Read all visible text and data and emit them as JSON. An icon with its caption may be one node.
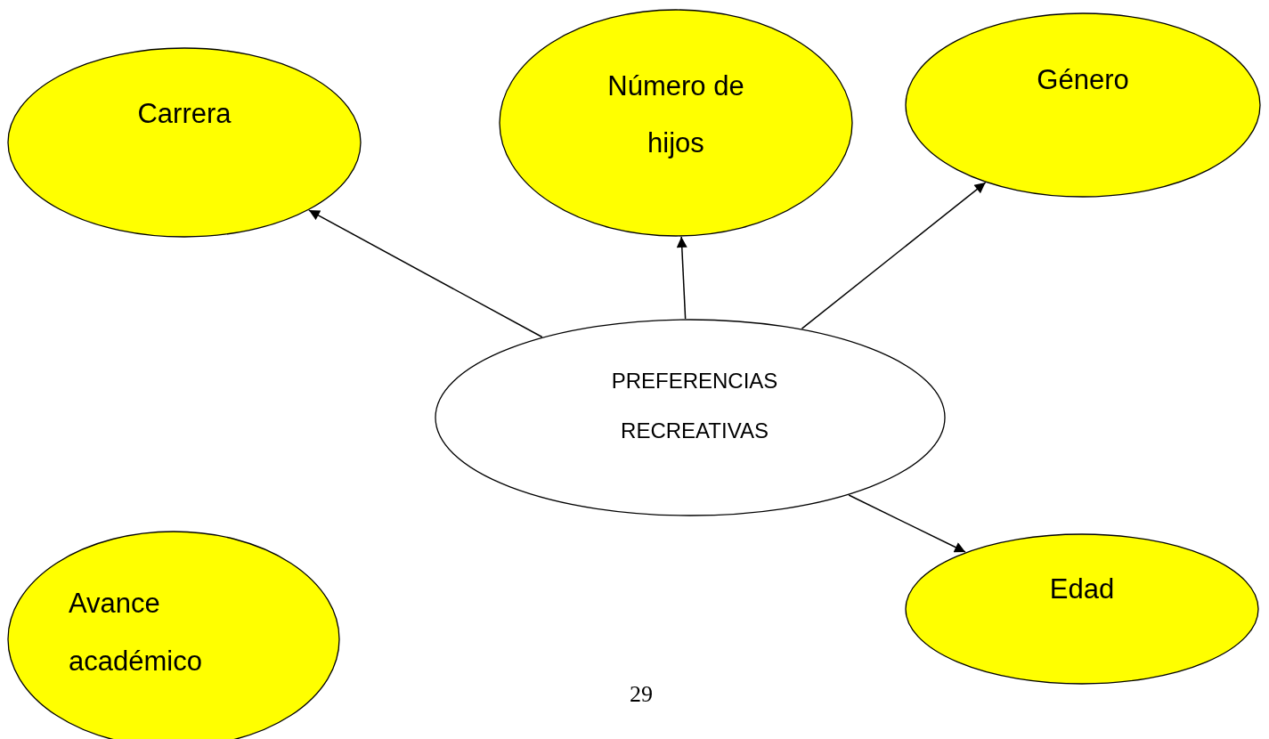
{
  "diagram": {
    "nodes": [
      {
        "text": [
          "Carrera"
        ]
      },
      {
        "text": [
          "Número de hijos"
        ]
      },
      {
        "text": [
          "Género"
        ]
      },
      {
        "text": [
          "PREFERENCIAS RECREATIVAS"
        ]
      },
      {
        "text": [
          "Avance académico"
        ]
      },
      {
        "text": [
          "Edad"
        ]
      }
    ],
    "edges": [
      {
        "from": 3,
        "to": 0,
        "arrow": "to"
      },
      {
        "from": 3,
        "to": 1,
        "arrow": "to"
      },
      {
        "from": 3,
        "to": 2,
        "arrow": "to"
      },
      {
        "from": 3,
        "to": 5,
        "arrow": "to"
      }
    ],
    "labels": [
      "29"
    ]
  }
}
